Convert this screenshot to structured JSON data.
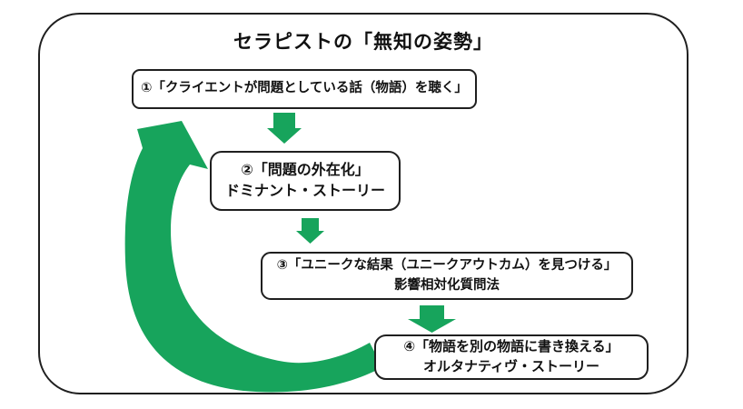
{
  "title": "セラピストの「無知の姿勢」",
  "colors": {
    "arrow": "#17a45c",
    "border": "#1f1f1f",
    "background": "#ffffff",
    "box_fill": "#ffffff"
  },
  "steps": [
    {
      "line1": "①「クライエントが問題としている話（物語）を聴く」",
      "line2": ""
    },
    {
      "line1": "②「問題の外在化」",
      "line2": "ドミナント・ストーリー"
    },
    {
      "line1": "③「ユニークな結果（ユニークアウトカム）を見つける」",
      "line2": "影響相対化質問法"
    },
    {
      "line1": "④「物語を別の物語に書き換える」",
      "line2": "オルタナティヴ・ストーリー"
    }
  ],
  "icons": {
    "down_arrow": "block-down-arrow",
    "feedback_arrow": "curved-loop-arrow"
  }
}
